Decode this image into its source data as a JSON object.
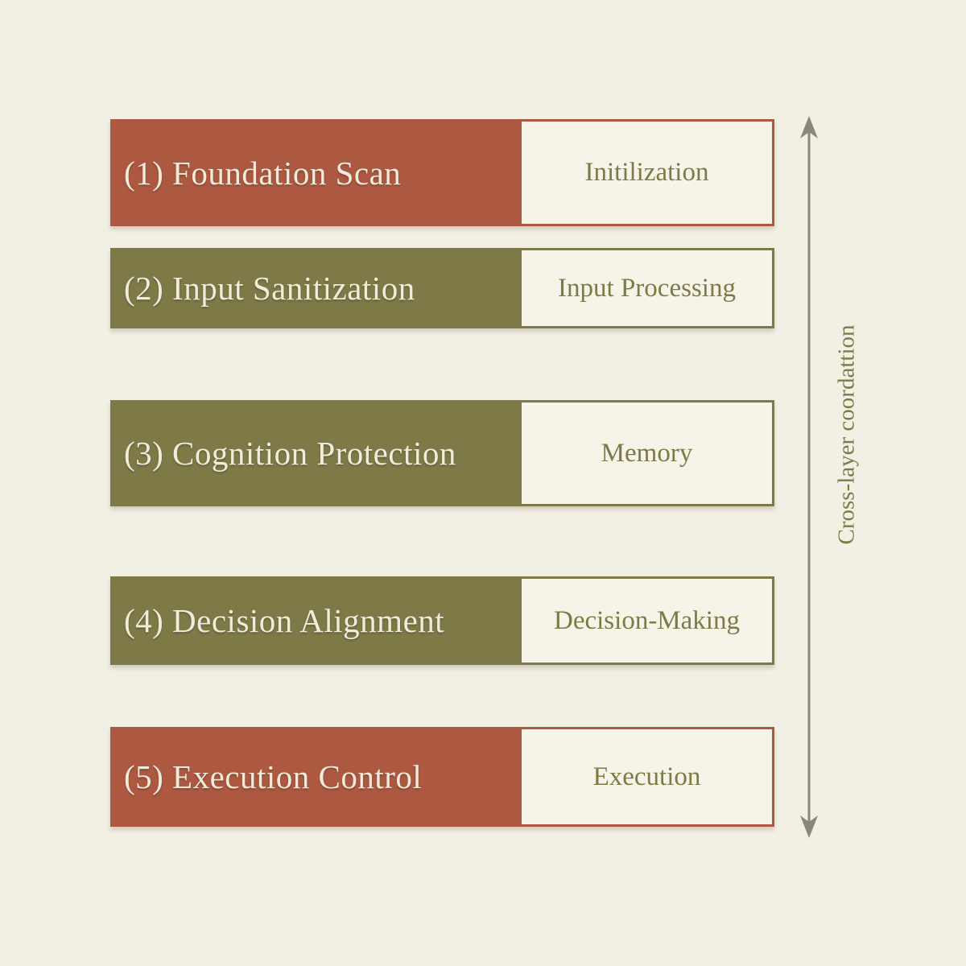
{
  "diagram": {
    "rows": [
      {
        "label": "(1) Foundation Scan",
        "stage": "Initilization",
        "variant": "rust"
      },
      {
        "label": "(2) Input Sanitization",
        "stage": "Input Processing",
        "variant": "olive"
      },
      {
        "label": "(3) Cognition Protection",
        "stage": "Memory",
        "variant": "olive"
      },
      {
        "label": "(4) Decision Alignment",
        "stage": "Decision-Making",
        "variant": "olive"
      },
      {
        "label": "(5) Execution Control",
        "stage": "Execution",
        "variant": "rust"
      }
    ],
    "arrow_label": "Cross-layer coordattion"
  },
  "palette": {
    "background": "#f2efe4",
    "rust": "#ad5941",
    "olive": "#7d7a47",
    "panel_background": "#f6f3e9",
    "layer_text": "#f0ebdb",
    "stage_text": "#7d7a45",
    "arrow": "#8b8675"
  },
  "icons": {
    "arrow": "double-headed-vertical-arrow"
  }
}
